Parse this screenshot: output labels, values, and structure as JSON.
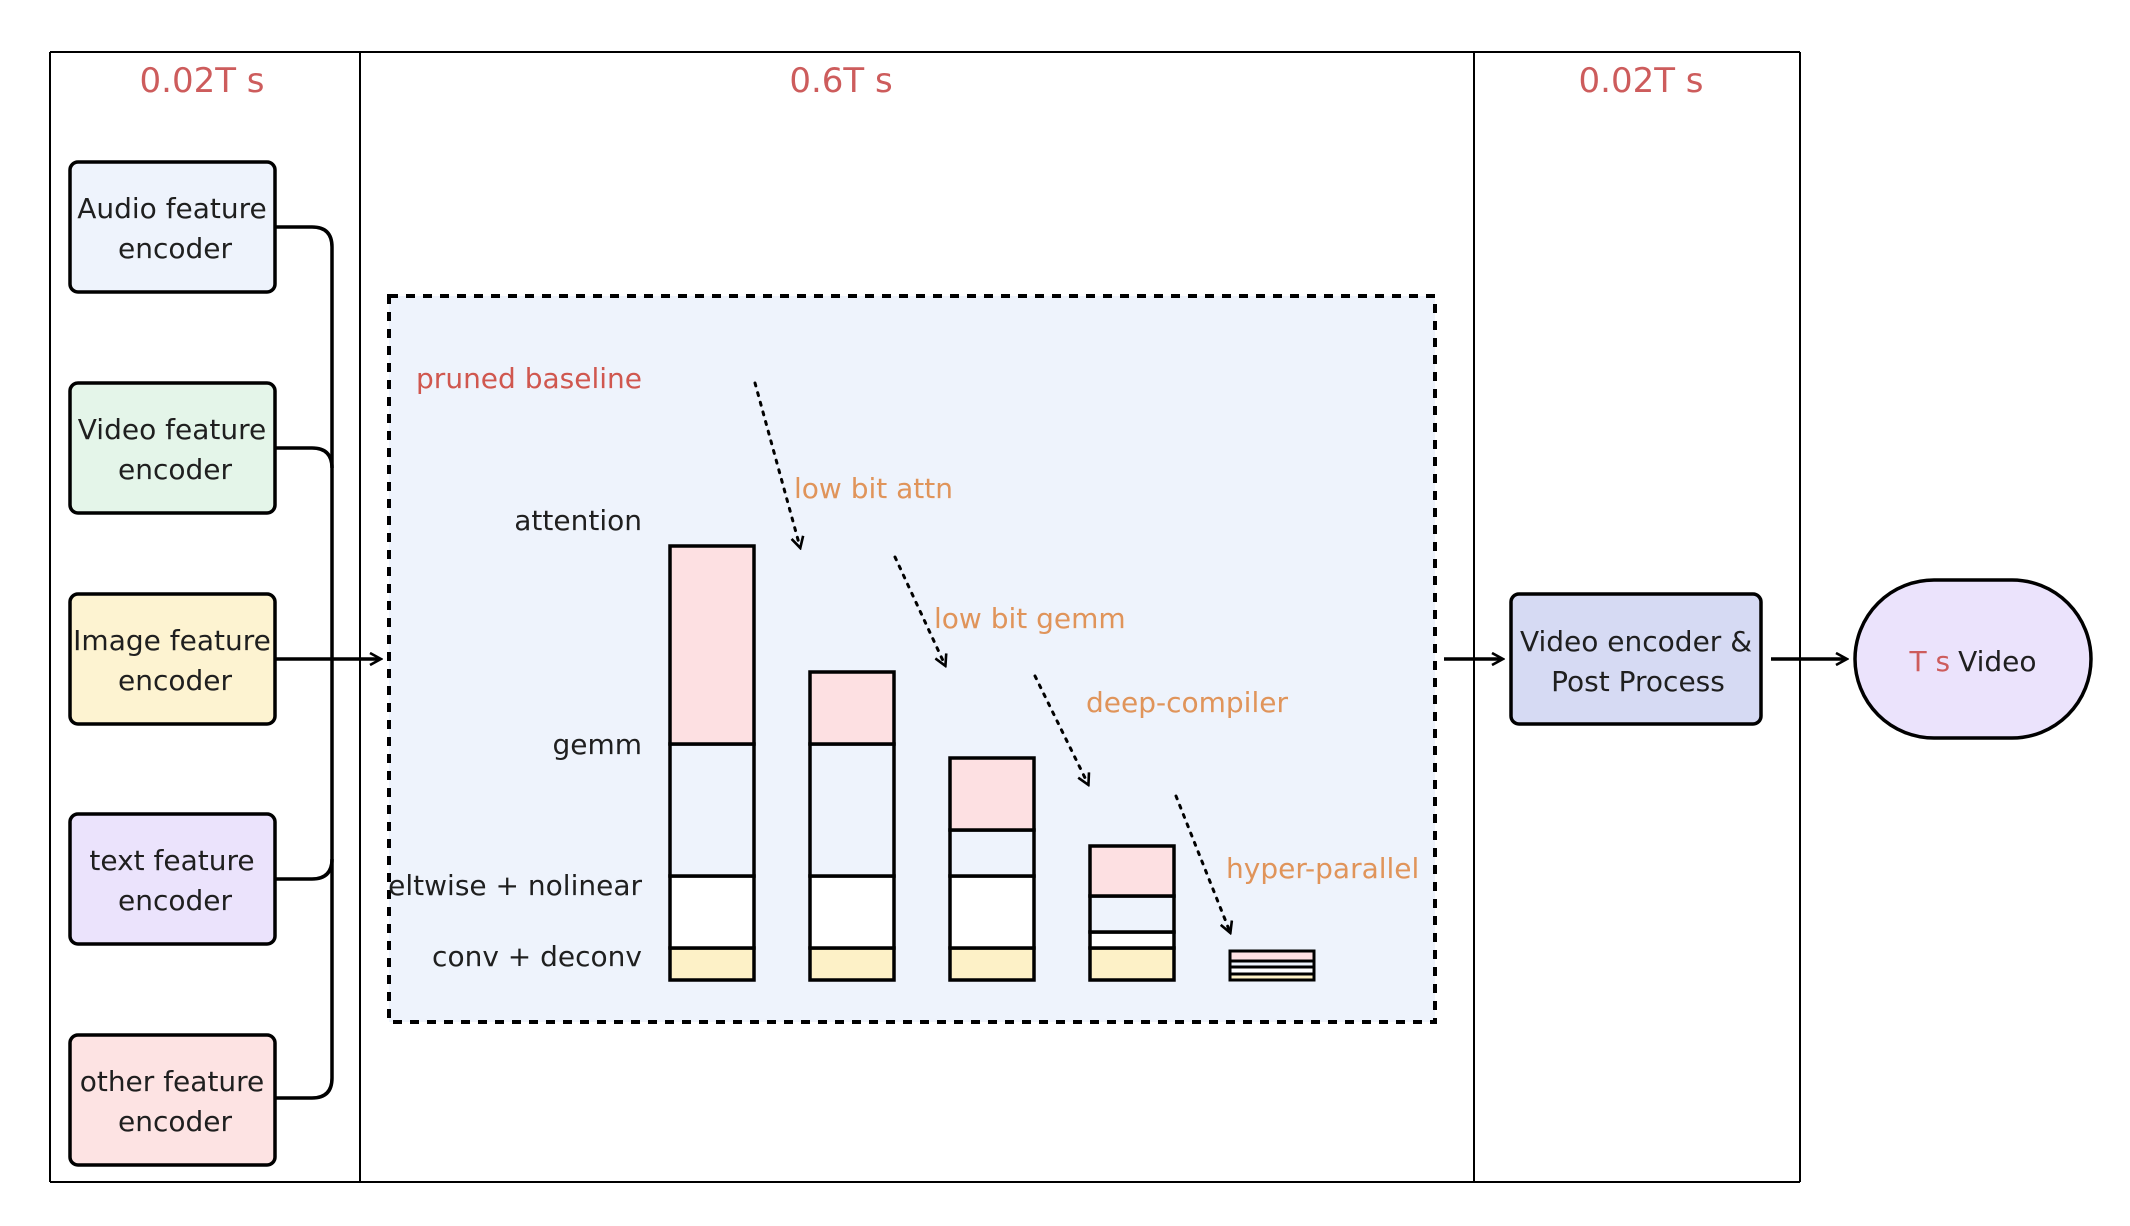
{
  "sections": [
    {
      "timing": "0.02T s"
    },
    {
      "timing": "0.6T s"
    },
    {
      "timing": "0.02T s"
    }
  ],
  "encoders": [
    {
      "line1": "Audio feature",
      "line2": "encoder",
      "color": "#eef3fc"
    },
    {
      "line1": "Video feature",
      "line2": "encoder",
      "color": "#e4f5e9"
    },
    {
      "line1": "Image feature",
      "line2": "encoder",
      "color": "#fdf3d1"
    },
    {
      "line1": "text feature",
      "line2": "encoder",
      "color": "#ebe3fc"
    },
    {
      "line1": "other feature",
      "line2": "encoder",
      "color": "#fde3e3"
    }
  ],
  "optimization": {
    "baseline_label": "pruned baseline",
    "categories": [
      "attention",
      "gemm",
      "eltwise + nolinear",
      "conv + deconv"
    ],
    "category_colors": [
      "#fde0e2",
      "#eef3fc",
      "#ffffff",
      "#fdf1c7"
    ],
    "steps": [
      "low bit attn",
      "low bit gemm",
      "deep-compiler",
      "hyper-parallel"
    ],
    "background": "#eef3fc",
    "bars": [
      {
        "attention": 198,
        "gemm": 132,
        "eltwise": 72,
        "conv": 32
      },
      {
        "attention": 72,
        "gemm": 132,
        "eltwise": 72,
        "conv": 32
      },
      {
        "attention": 72,
        "gemm": 46,
        "eltwise": 72,
        "conv": 32
      },
      {
        "attention": 50,
        "gemm": 36,
        "eltwise": 16,
        "conv": 32
      },
      {
        "attention": 10,
        "gemm": 6,
        "eltwise": 7,
        "conv": 6
      }
    ]
  },
  "post": {
    "line1": "Video encoder &",
    "line2": "Post Process",
    "color": "#d6daf3"
  },
  "output": {
    "prefix": "T s",
    "text": "Video",
    "color": "#ebe3fc"
  }
}
